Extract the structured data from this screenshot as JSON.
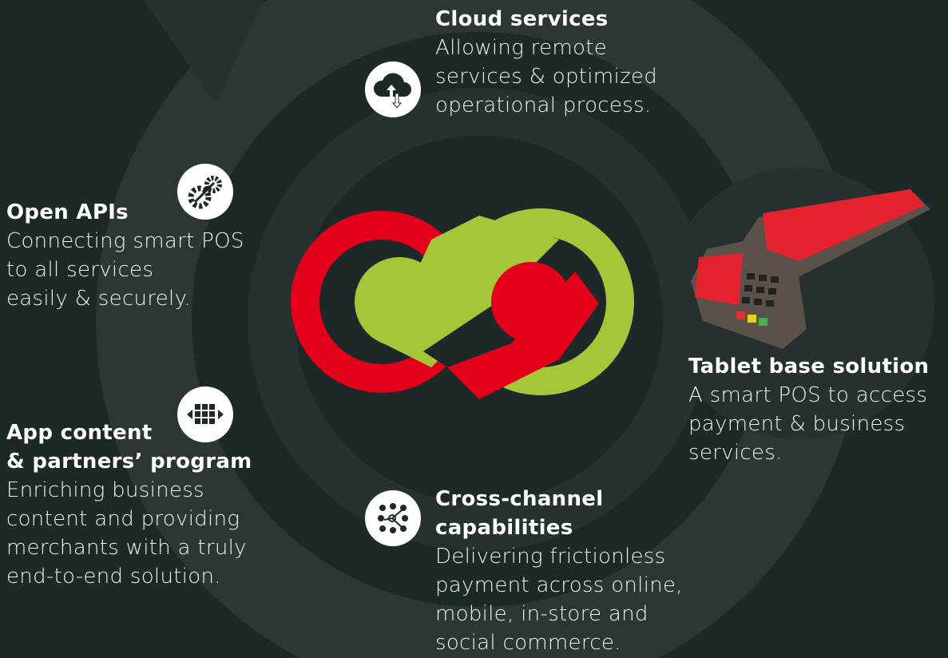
{
  "colors": {
    "background": "#1d2829",
    "red": "#e2001a",
    "green": "#a6c63a"
  },
  "features": [
    {
      "title": "Cloud services",
      "desc": [
        "Allowing remote",
        "services & optimized",
        "operational process."
      ],
      "icon": "cloud-sync-icon"
    },
    {
      "title": "Open APIs",
      "desc": [
        "Connecting smart POS",
        "to all services",
        "easily & securely."
      ],
      "icon": "gears-icon"
    },
    {
      "title": "App content",
      "title2": "& partners’ program",
      "desc": [
        "Enriching business",
        "content and providing",
        "merchants with a truly",
        "end-to-end solution."
      ],
      "icon": "app-grid-icon"
    },
    {
      "title": "Cross-channel",
      "title2": "capabilities",
      "desc": [
        "Delivering frictionless",
        "payment across online,",
        "mobile, in-store and",
        "social commerce."
      ],
      "icon": "network-nodes-icon"
    },
    {
      "title": "Tablet base solution",
      "desc": [
        "A smart POS to access",
        "payment & business",
        "services."
      ],
      "icon": "pos-terminal-image"
    }
  ]
}
